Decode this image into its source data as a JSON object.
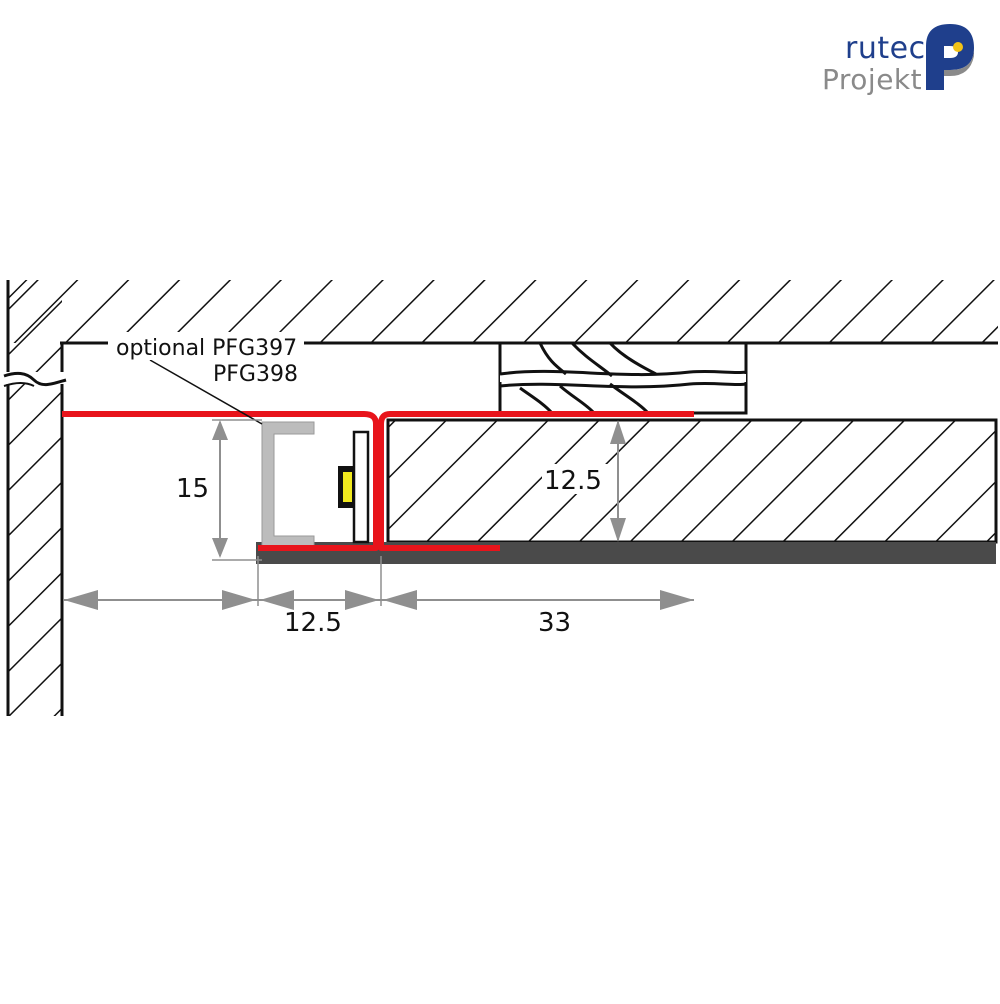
{
  "logo": {
    "line1": "rutec",
    "line2": "Projekt"
  },
  "callout": {
    "line1": "optional PFG397",
    "line2": "PFG398"
  },
  "dimensions": {
    "height_left": "15",
    "width_profile": "12.5",
    "width_right": "33",
    "height_board": "12.5"
  },
  "colors": {
    "profile_red": "#e8141b",
    "aluminium_grey": "#bcbcbc",
    "led_yellow": "#f2ea1e",
    "board_dark": "#4a4a4a",
    "logo_blue": "#1f3f8c",
    "logo_grey": "#8a8a8a",
    "logo_dot": "#f2c318",
    "dimension_arrow": "#8f8f8f"
  }
}
